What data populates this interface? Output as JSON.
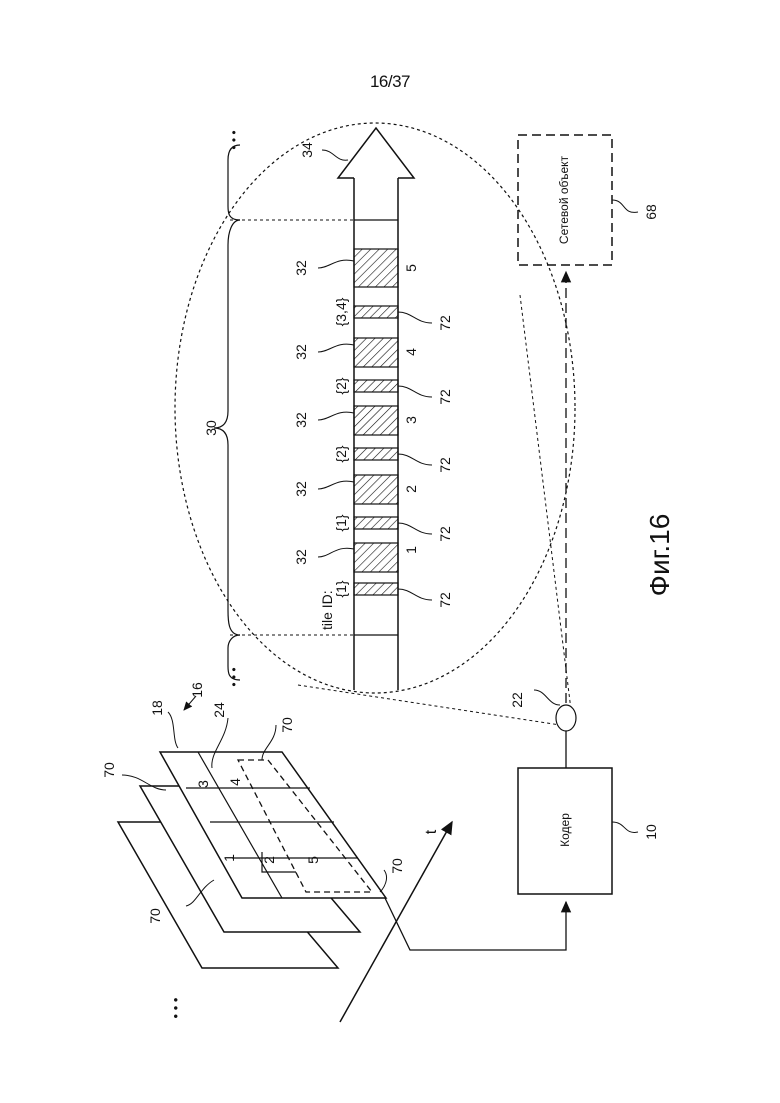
{
  "header": {
    "page_number": "16/37"
  },
  "caption": {
    "figure_label": "Фиг.16"
  },
  "encoder": {
    "label": "Кодер",
    "ref": "10"
  },
  "network_entity": {
    "label": "Сетевой объект",
    "ref": "68"
  },
  "picture_stack": {
    "ref_sequence": "16",
    "ref_picture": "18",
    "ref_tile_boundary": "24",
    "ref_region": "70",
    "tile_numbers": [
      "1",
      "2",
      "3",
      "4",
      "5"
    ],
    "time_axis_label": "t",
    "ellipsis": "• • •"
  },
  "bitstream": {
    "ref_stream_point": "22",
    "ref_stream": "34",
    "ref_access_unit": "30",
    "ref_slice": "32",
    "ref_packet": "72",
    "tile_id_label": "tile ID:",
    "packet_ids": [
      "{1}",
      "{1}",
      "{2}",
      "{2}",
      "{3,4}"
    ],
    "slice_numbers": [
      "1",
      "2",
      "3",
      "4",
      "5"
    ],
    "ellipsis": "• • •"
  },
  "colors": {
    "line": "#111111",
    "background": "#ffffff"
  }
}
